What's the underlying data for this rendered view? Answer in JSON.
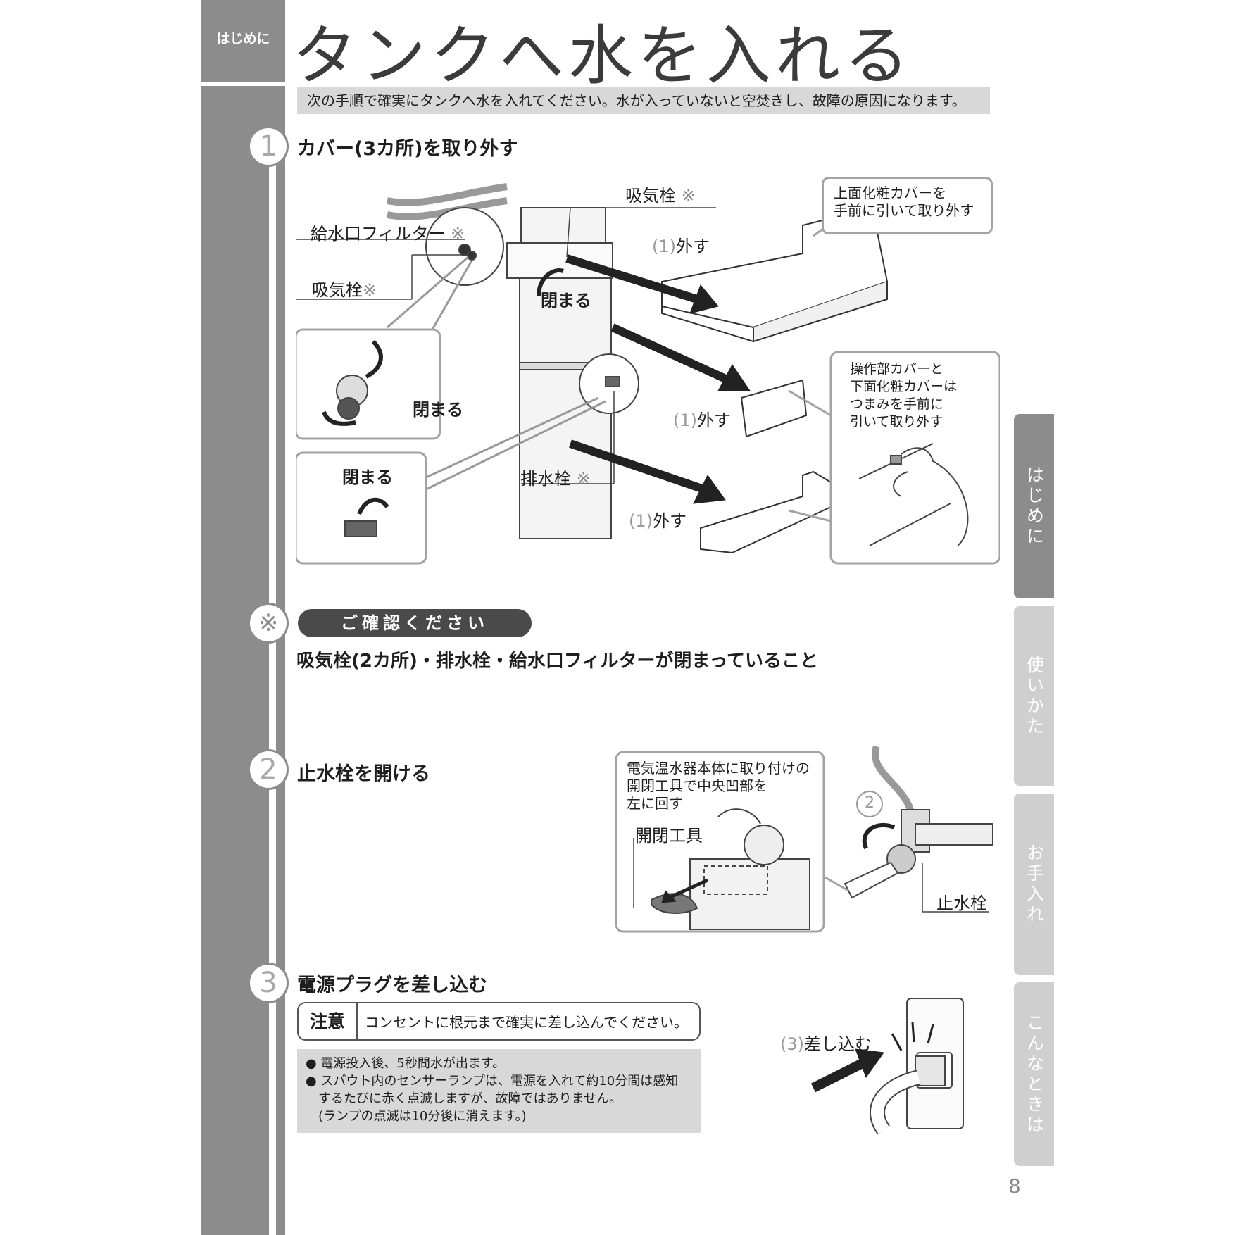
{
  "header": {
    "section_label": "はじめに",
    "title": "タンクへ水を入れる",
    "intro": "次の手順で確実にタンクへ水を入れてください。水が入っていないと空焚きし、故障の原因になります。"
  },
  "steps": [
    {
      "number": "1",
      "title": "カバー(3カ所)を取り外す"
    },
    {
      "number": "2",
      "title": "止水栓を開ける"
    },
    {
      "number": "3",
      "title": "電源プラグを差し込む"
    }
  ],
  "step1": {
    "callout_top": [
      "上面化粧カバーを",
      "手前に引いて取り外す"
    ],
    "callout_right": [
      "操作部カバーと",
      "下面化粧カバーは",
      "つまみを手前に",
      "引いて取り外す"
    ],
    "labels": {
      "intake_valve_top": "吸気栓",
      "filter": "給水口フィルター",
      "intake_valve_left": "吸気栓",
      "drain_valve": "排水栓",
      "closed": "閉まる",
      "remove": "外す",
      "circle_num": "1",
      "mark": "※"
    }
  },
  "confirm": {
    "mark": "※",
    "pill": "ご確認ください",
    "text": "吸気栓(2カ所)・排水栓・給水口フィルターが閉まっていること"
  },
  "step2": {
    "callout": [
      "電気温水器本体に取り付けの",
      "開閉工具で中央凹部を",
      "左に回す"
    ],
    "tool_label": "開閉工具",
    "valve_label": "止水栓",
    "circle_num": "2"
  },
  "step3": {
    "caution_title": "注意",
    "caution_text": "コンセントに根元まで確実に差し込んでください。",
    "notes": [
      "● 電源投入後、5秒間水が出ます。",
      "● スパウト内のセンサーランプは、電源を入れて約10分間は感知",
      "　するたびに赤く点滅しますが、故障ではありません。",
      "　(ランプの点滅は10分後に消えます。)"
    ],
    "plug_label": "差し込む",
    "circle_num": "3"
  },
  "side_tabs": [
    {
      "label": "はじめに",
      "color": "#8c8c8c"
    },
    {
      "label": "使いかた",
      "color": "#cfcfcf"
    },
    {
      "label": "お手入れ",
      "color": "#cfcfcf"
    },
    {
      "label": "こんなときは",
      "color": "#cfcfcf"
    }
  ],
  "page_number": "8"
}
